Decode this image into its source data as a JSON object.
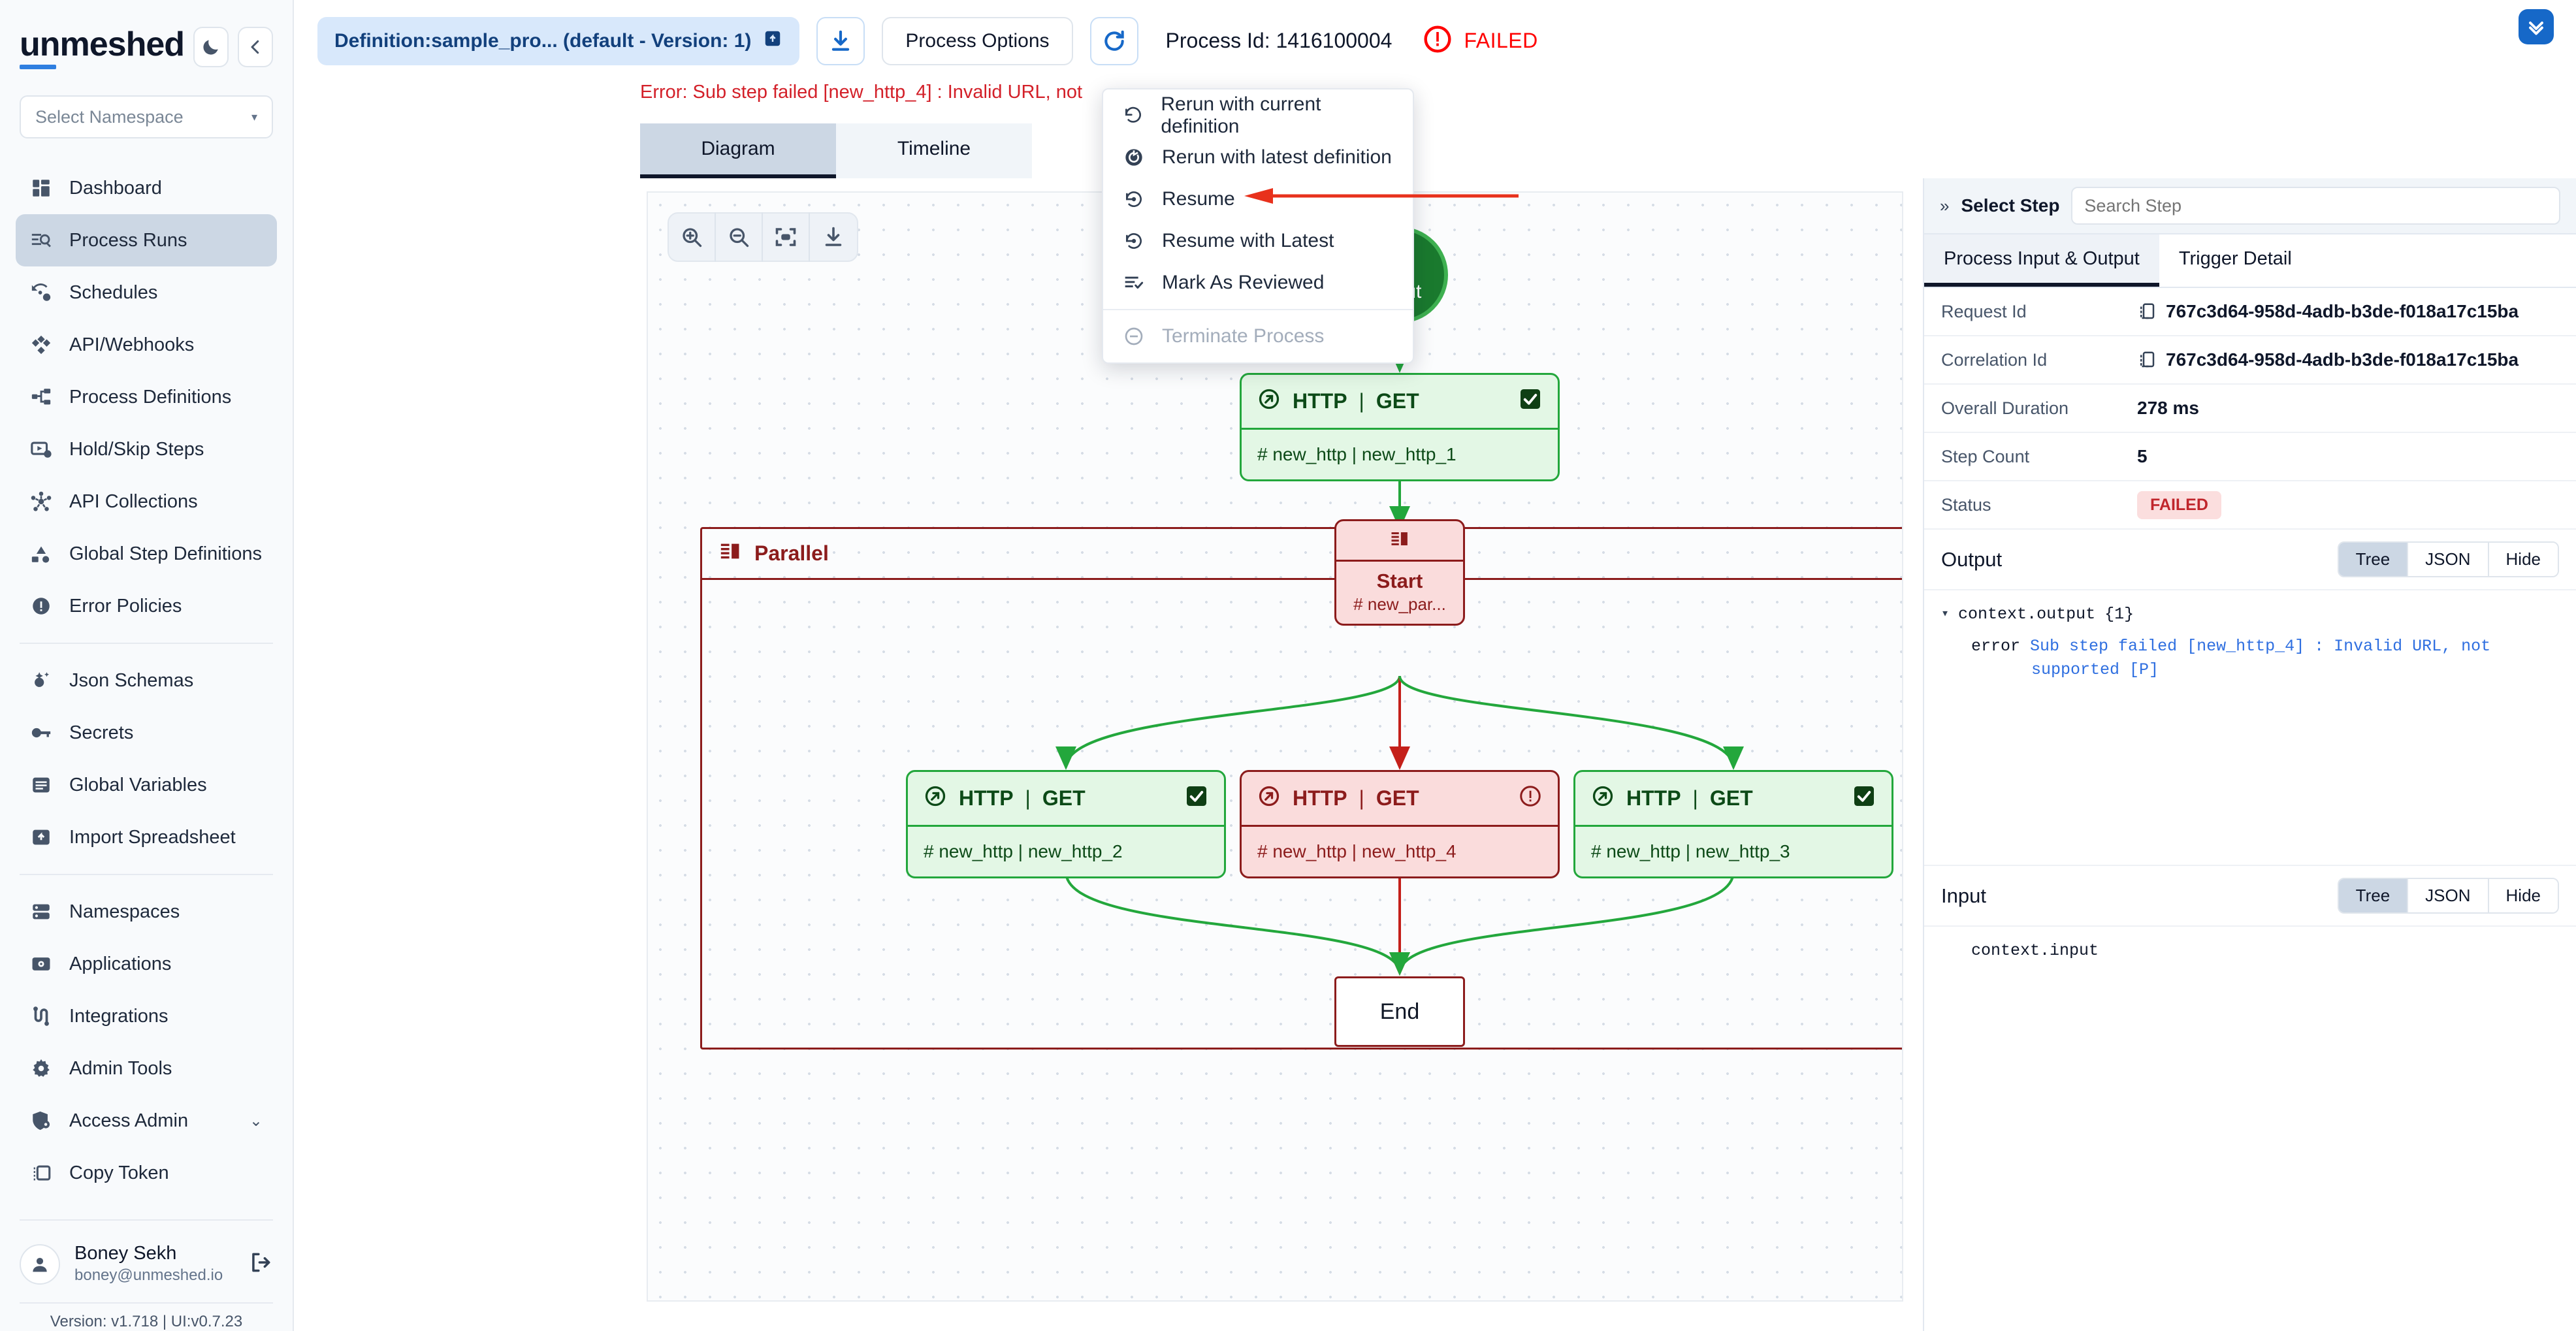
{
  "brand": {
    "name": "unmeshed",
    "dark_mode_icon": "moon-icon",
    "collapse_icon": "chevron-left-icon"
  },
  "namespace": {
    "placeholder": "Select Namespace"
  },
  "sidebar": {
    "items": [
      {
        "label": "Dashboard",
        "icon": "dashboard-icon",
        "active": false
      },
      {
        "label": "Process Runs",
        "icon": "process-runs-icon",
        "active": true
      },
      {
        "label": "Schedules",
        "icon": "schedules-icon",
        "active": false
      },
      {
        "label": "API/Webhooks",
        "icon": "api-webhooks-icon",
        "active": false
      },
      {
        "label": "Process Definitions",
        "icon": "process-definitions-icon",
        "active": false
      },
      {
        "label": "Hold/Skip Steps",
        "icon": "hold-skip-steps-icon",
        "active": false
      },
      {
        "label": "API Collections",
        "icon": "api-collections-icon",
        "active": false
      },
      {
        "label": "Global Step Definitions",
        "icon": "global-step-definitions-icon",
        "active": false
      },
      {
        "label": "Error Policies",
        "icon": "error-policies-icon",
        "active": false
      }
    ],
    "items2": [
      {
        "label": "Json Schemas",
        "icon": "json-schemas-icon"
      },
      {
        "label": "Secrets",
        "icon": "key-icon"
      },
      {
        "label": "Global Variables",
        "icon": "global-variables-icon"
      },
      {
        "label": "Import Spreadsheet",
        "icon": "import-spreadsheet-icon"
      }
    ],
    "items3": [
      {
        "label": "Namespaces",
        "icon": "namespaces-icon"
      },
      {
        "label": "Applications",
        "icon": "applications-icon"
      },
      {
        "label": "Integrations",
        "icon": "integrations-icon"
      },
      {
        "label": "Admin Tools",
        "icon": "gear-icon"
      },
      {
        "label": "Access Admin",
        "icon": "shield-user-icon",
        "expandable": true
      },
      {
        "label": "Copy Token",
        "icon": "copy-token-icon"
      }
    ],
    "user": {
      "name": "Boney Sekh",
      "email": "boney@unmeshed.io",
      "logout_icon": "logout-icon"
    },
    "version": "Version: v1.718 | UI:v0.7.23"
  },
  "topbar": {
    "definition_pill": "Definition:sample_pro... (default - Version: 1)",
    "definition_pill_icon": "open-external-icon",
    "download_icon": "download-icon",
    "process_options_label": "Process Options",
    "refresh_icon": "refresh-icon",
    "process_id_label": "Process Id: 1416100004",
    "status_icon": "error-circle-icon",
    "status": "FAILED",
    "top_right_icon": "double-chevron-down-icon"
  },
  "error_banner": "Error: Sub step failed [new_http_4] : Invalid URL, not",
  "tabs": [
    {
      "label": "Diagram",
      "active": true
    },
    {
      "label": "Timeline",
      "active": false
    }
  ],
  "process_options_menu": {
    "items": [
      {
        "label": "Rerun with current definition",
        "icon": "rotate-ccw-icon",
        "disabled": false
      },
      {
        "label": "Rerun with latest definition",
        "icon": "rotate-ccw-filled-icon",
        "disabled": false
      },
      {
        "label": "Resume",
        "icon": "resume-icon",
        "disabled": false,
        "annotated": true
      },
      {
        "label": "Resume with Latest",
        "icon": "resume-icon",
        "disabled": false
      },
      {
        "label": "Mark As Reviewed",
        "icon": "list-check-icon",
        "disabled": false
      }
    ],
    "terminate": {
      "label": "Terminate Process",
      "icon": "minus-circle-icon",
      "disabled": true
    }
  },
  "canvas_toolbar": [
    {
      "icon": "zoom-in-icon"
    },
    {
      "icon": "zoom-out-icon"
    },
    {
      "icon": "fit-view-icon"
    },
    {
      "icon": "download-diagram-icon"
    }
  ],
  "diagram": {
    "input_node": {
      "label": "Input",
      "icon": "bolt-icon",
      "status": "success"
    },
    "node_http_1": {
      "title": "HTTP",
      "method": "GET",
      "subtitle": "# new_http | new_http_1",
      "status": "success",
      "status_icon": "check-square-icon",
      "icon": "http-icon"
    },
    "parallel": {
      "label": "Parallel",
      "icon": "parallel-icon",
      "start": {
        "label": "Start",
        "subtitle": "# new_par...",
        "icon": "parallel-icon",
        "status": "failed"
      },
      "branches": [
        {
          "title": "HTTP",
          "method": "GET",
          "subtitle": "# new_http | new_http_2",
          "status": "success",
          "status_icon": "check-square-icon",
          "icon": "http-icon"
        },
        {
          "title": "HTTP",
          "method": "GET",
          "subtitle": "# new_http | new_http_4",
          "status": "failed",
          "status_icon": "alert-circle-icon",
          "icon": "http-icon"
        },
        {
          "title": "HTTP",
          "method": "GET",
          "subtitle": "# new_http | new_http_3",
          "status": "success",
          "status_icon": "check-square-icon",
          "icon": "http-icon"
        }
      ],
      "end": {
        "label": "End"
      }
    }
  },
  "right_panel": {
    "select_step_label": "Select Step",
    "expand_icon": "double-chevron-right-icon",
    "search_placeholder": "Search Step",
    "tabs": [
      {
        "label": "Process Input & Output",
        "active": true
      },
      {
        "label": "Trigger Detail",
        "active": false
      }
    ],
    "fields": [
      {
        "key": "Request Id",
        "value": "767c3d64-958d-4adb-b3de-f018a17c15ba",
        "copy_icon": "copy-icon"
      },
      {
        "key": "Correlation Id",
        "value": "767c3d64-958d-4adb-b3de-f018a17c15ba",
        "copy_icon": "copy-icon"
      },
      {
        "key": "Overall Duration",
        "value": "278 ms"
      },
      {
        "key": "Step Count",
        "value": "5"
      }
    ],
    "status_field": {
      "key": "Status",
      "value": "FAILED"
    },
    "output": {
      "title": "Output",
      "modes": [
        {
          "label": "Tree",
          "on": true
        },
        {
          "label": "JSON",
          "on": false
        },
        {
          "label": "Hide",
          "on": false
        }
      ],
      "root": "context.output",
      "count": "{1}",
      "key": "error",
      "value_line1": "Sub step failed [new_http_4] : Invalid URL, not",
      "value_line2": "supported [P]"
    },
    "input": {
      "title": "Input",
      "modes": [
        {
          "label": "Tree",
          "on": true
        },
        {
          "label": "JSON",
          "on": false
        },
        {
          "label": "Hide",
          "on": false
        }
      ],
      "root": "context.input"
    }
  },
  "colors": {
    "accent": "#2f7fe0",
    "success": "#23a73c",
    "failed": "#8c1c1c",
    "error_text": "#d32029",
    "annotation": "#e8311c"
  }
}
